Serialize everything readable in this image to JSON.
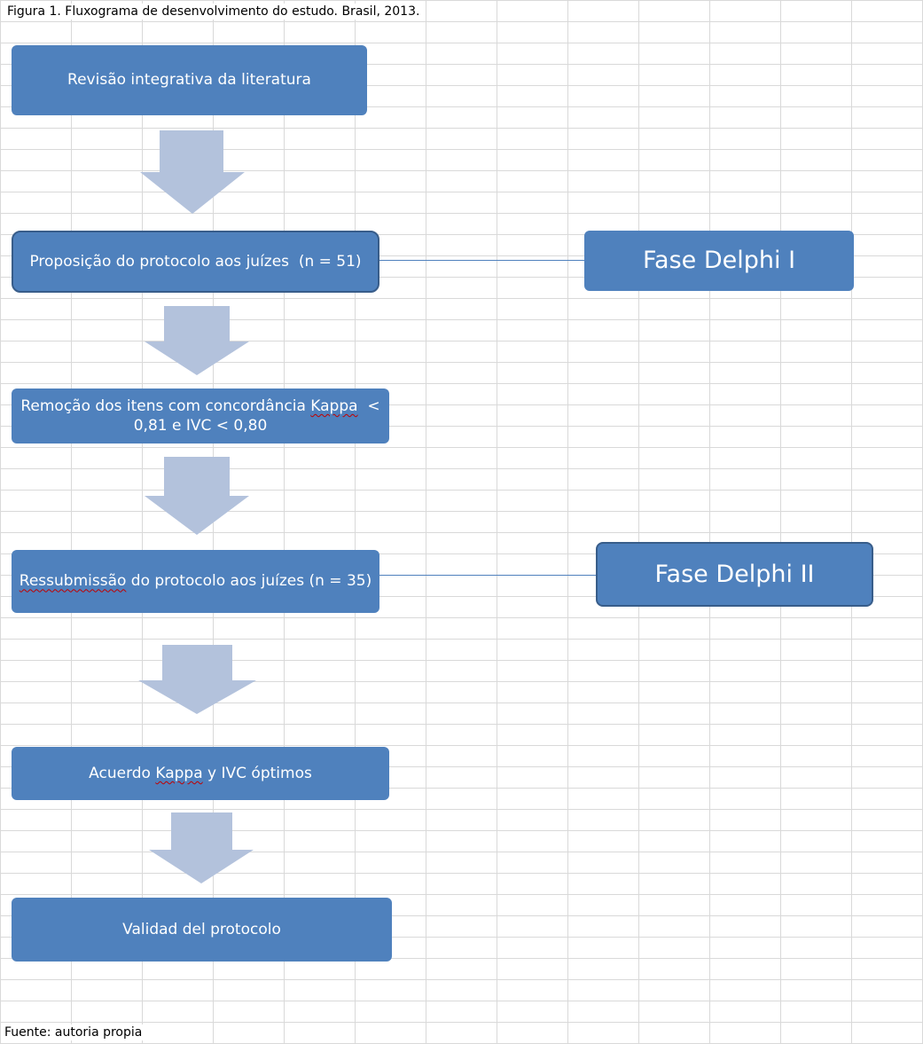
{
  "caption": "Figura 1. Fluxograma de desenvolvimento do estudo. Brasil, 2013.",
  "footer": "Fuente: autoria propia",
  "steps": {
    "step1": "Revisão integrativa da literatura",
    "step2": "Proposição do protocolo aos juízes  (n = 51)",
    "step3": {
      "line1_a": "Remoção dos itens com concordância ",
      "line1_word": "Kappa",
      "line1_b": "  <",
      "line2": "0,81 e IVC < 0,80"
    },
    "step4": {
      "word": "Ressubmissão",
      "rest": " do protocolo aos juízes (n = 35)"
    },
    "step5": {
      "a": "Acuerdo ",
      "word": "Kappa",
      "b": " y IVC óptimos"
    },
    "step6": "Validad del protocolo"
  },
  "phases": {
    "phase1": "Fase Delphi I",
    "phase2": "Fase Delphi II"
  },
  "colors": {
    "box_fill": "#4f81bd",
    "box_border": "#385d8a",
    "arrow_fill": "#b3c2dc",
    "grid": "#d9d9d9"
  }
}
